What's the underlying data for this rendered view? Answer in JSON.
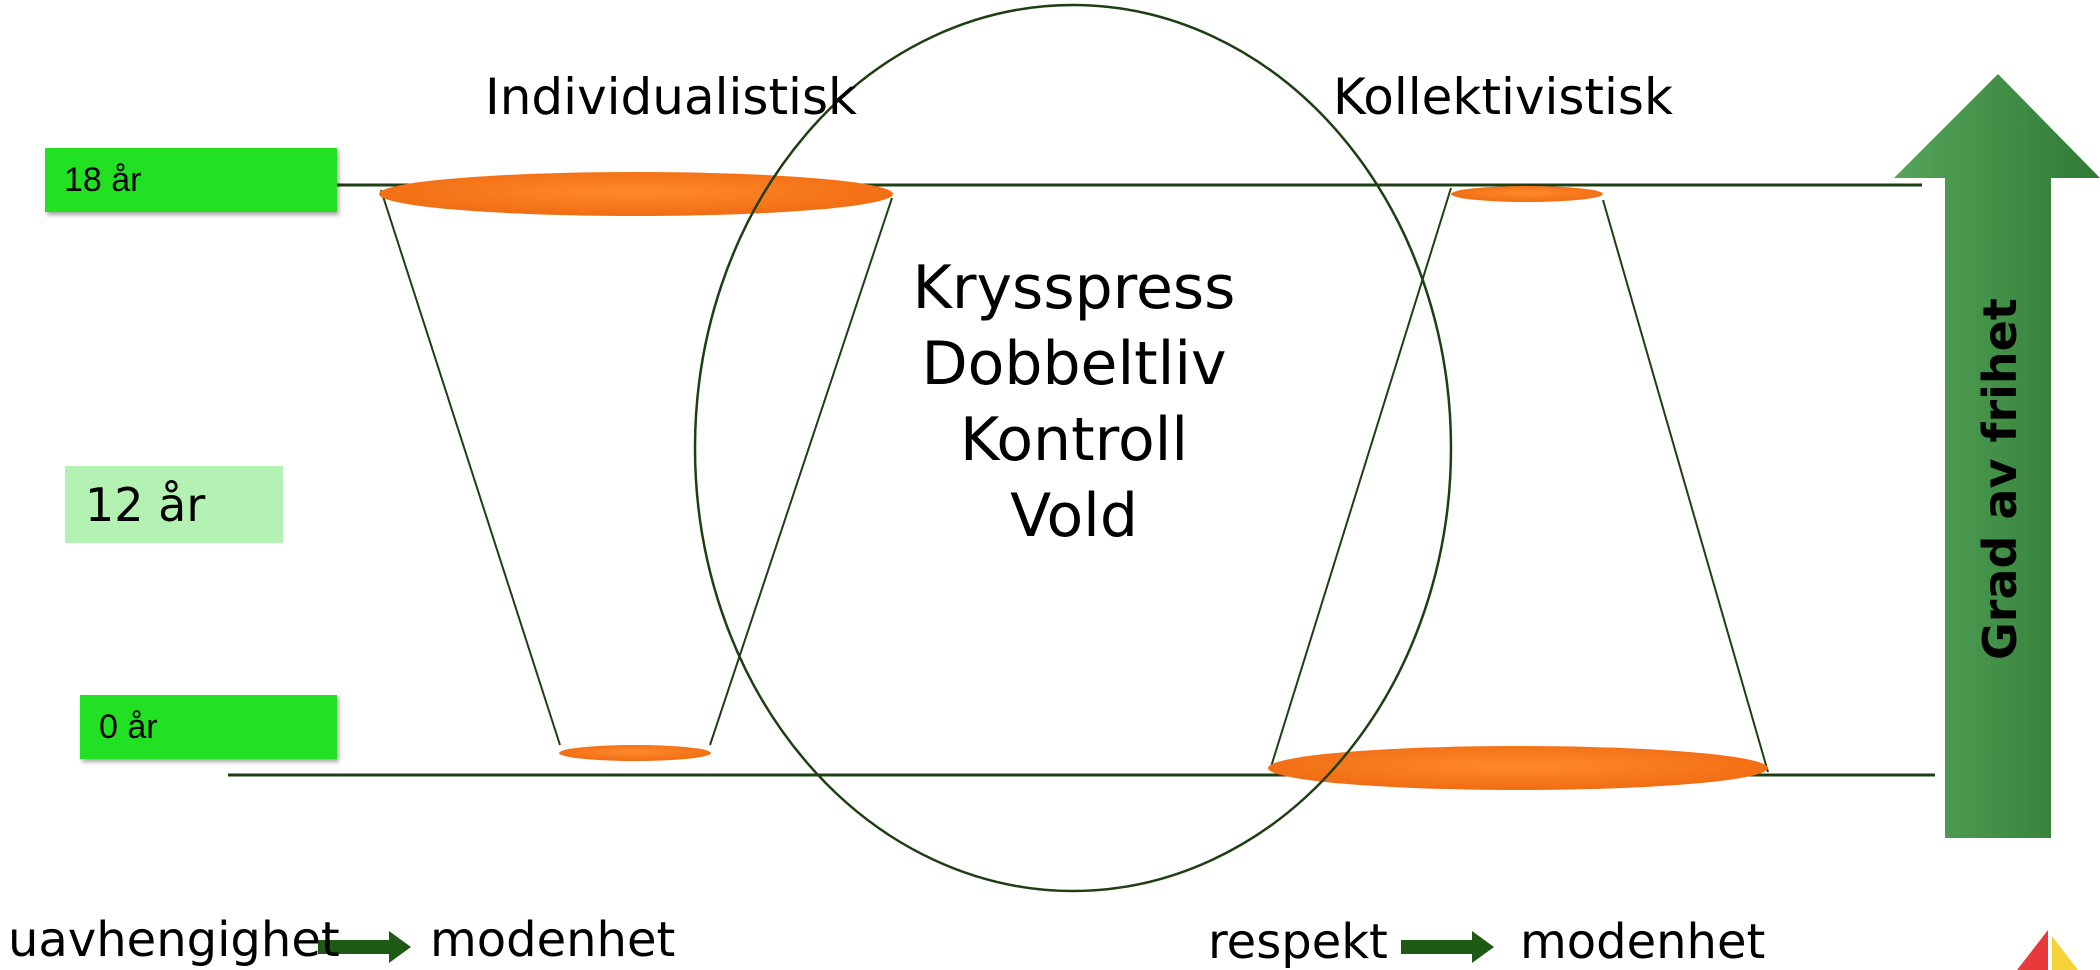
{
  "titles": {
    "left": "Individualistisk",
    "right": "Kollektivistisk"
  },
  "age_labels": {
    "top": "18 år",
    "middle": "12 år",
    "bottom": "0 år"
  },
  "center_terms": [
    "Krysspress",
    "Dobbeltliv",
    "Kontroll",
    "Vold"
  ],
  "arrow": {
    "label": "Grad av frihet",
    "color": "#3b8a3f"
  },
  "bottom_flows": {
    "left": {
      "from": "uavhengighet",
      "to": "modenhet"
    },
    "right": {
      "from": "respekt",
      "to": "modenhet"
    }
  },
  "colors": {
    "line": "#1e3f14",
    "ellipse": "#f47216",
    "label_strong": "#22e022",
    "label_light": "#b3f2b3",
    "flow_arrow": "#1f5a14",
    "logo_red": "#e83a3a",
    "logo_yellow": "#f5d23a"
  },
  "icons": {
    "bottom_right": "logo-icon"
  }
}
